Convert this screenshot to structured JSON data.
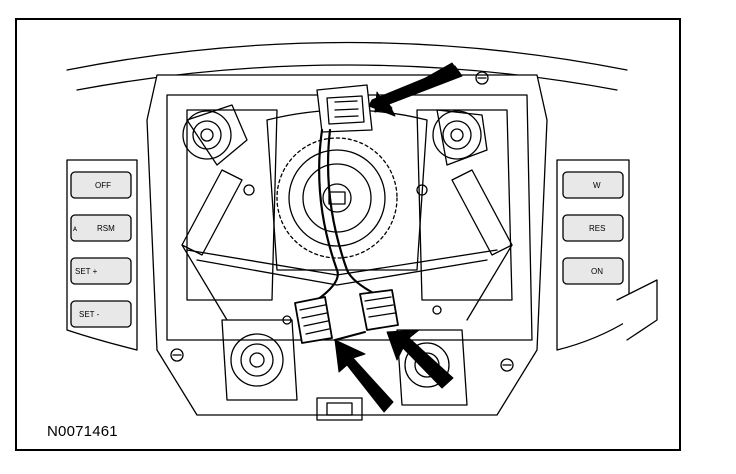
{
  "figure": {
    "id": "N0071461"
  },
  "buttons_left": [
    "OFF",
    "RSM",
    "SET +",
    "SET -"
  ],
  "buttons_left_extra": "ᴀ",
  "buttons_right": [
    "W",
    "RES",
    "ON"
  ],
  "colors": {
    "line": "#000000",
    "background": "#ffffff"
  },
  "icons": [
    "arrow-icon",
    "connector-icon",
    "screw-icon"
  ]
}
